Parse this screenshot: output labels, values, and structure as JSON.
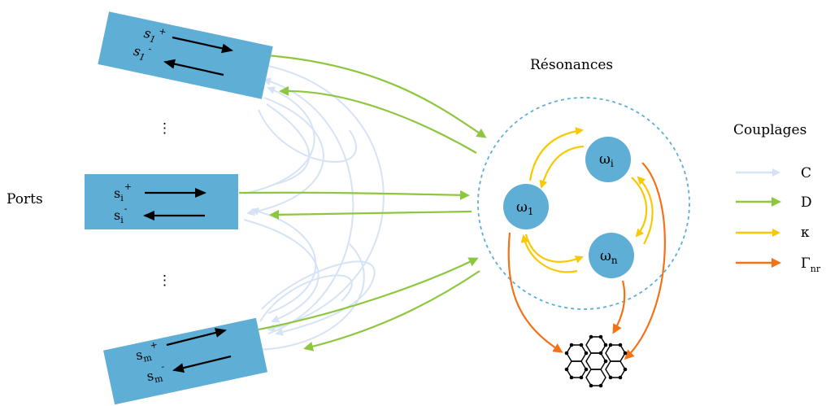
{
  "labels": {
    "ports": "Ports",
    "resonances": "Résonances",
    "couplages": "Couplages",
    "ellipsis_top": "⋮",
    "ellipsis_bottom": "⋮"
  },
  "ports": [
    {
      "base": "s",
      "sub": "1",
      "sup_plus": "+",
      "sup_minus": "-"
    },
    {
      "base": "s",
      "sub": "i",
      "sup_plus": "+",
      "sup_minus": "-"
    },
    {
      "base": "s",
      "sub": "m",
      "sup_plus": "+",
      "sup_minus": "-"
    }
  ],
  "resonators": [
    {
      "symbol": "ω",
      "sub": "1"
    },
    {
      "symbol": "ω",
      "sub": "i"
    },
    {
      "symbol": "ω",
      "sub": "n"
    }
  ],
  "legend": [
    {
      "label": "C",
      "sub": "",
      "color": "#d6e3f5"
    },
    {
      "label": "D",
      "sub": "",
      "color": "#8dc63f"
    },
    {
      "label": "κ",
      "sub": "",
      "color": "#f9c800"
    },
    {
      "label": "Γ",
      "sub": "nr",
      "color": "#f47216"
    }
  ],
  "colors": {
    "port_fill": "#5eaed6",
    "resonator_fill": "#5eaed6",
    "cavity_stroke": "#5eaed6"
  }
}
